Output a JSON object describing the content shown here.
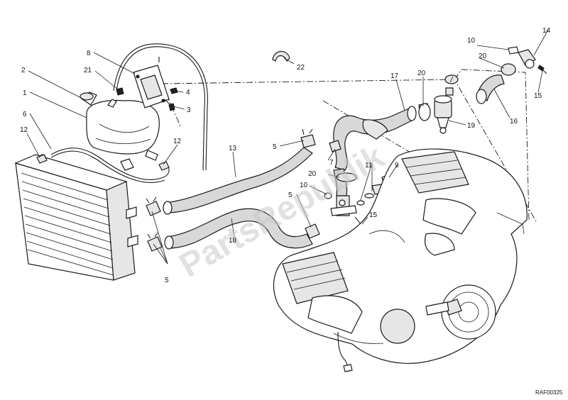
{
  "diagram": {
    "reference_code": "RAF00325",
    "watermark": "PartsRepublik",
    "callouts": {
      "c1": "1",
      "c2": "2",
      "c3": "3",
      "c4": "4",
      "c5a": "5",
      "c5b": "5",
      "c5c": "5",
      "c6": "6",
      "c7": "7",
      "c8": "8",
      "c9": "9",
      "c10a": "10",
      "c10b": "10",
      "c11": "11",
      "c12a": "12",
      "c12b": "12",
      "c13": "13",
      "c14": "14",
      "c15a": "15",
      "c15b": "15",
      "c16": "16",
      "c17": "17",
      "c18": "18",
      "c19": "19",
      "c20a": "20",
      "c20b": "20",
      "c20c": "20",
      "c21": "21",
      "c22": "22"
    }
  }
}
